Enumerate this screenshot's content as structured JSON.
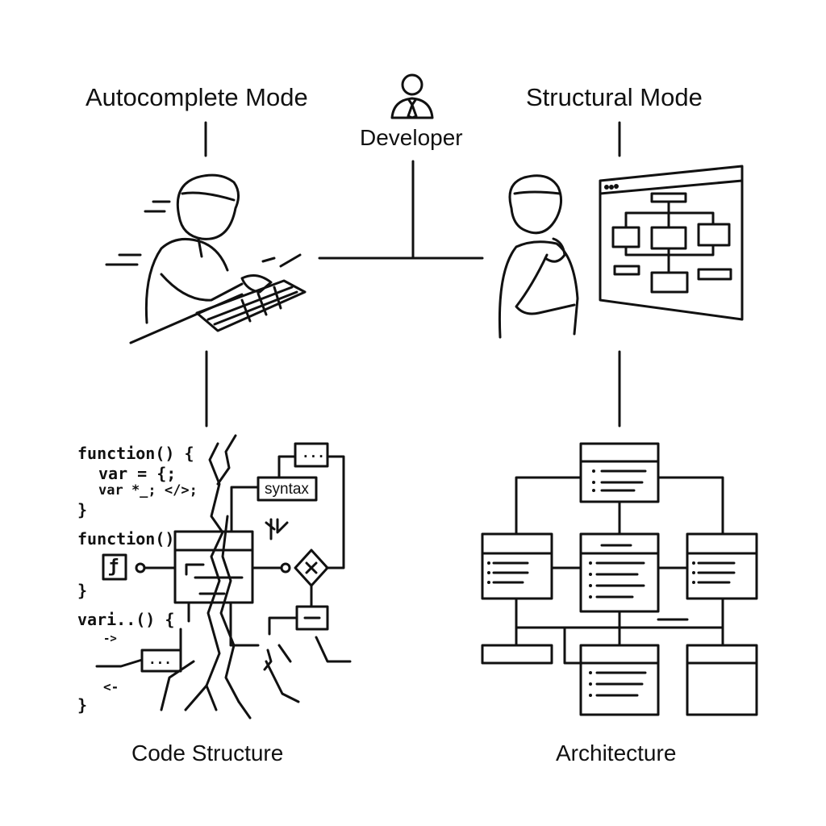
{
  "labels": {
    "autocomplete_mode": "Autocomplete Mode",
    "structural_mode": "Structural Mode",
    "developer": "Developer",
    "code_structure": "Code Structure",
    "architecture": "Architecture"
  },
  "code_fragments": {
    "line1": "function() {",
    "line2": "var = {;",
    "line3": "var *_; </>;",
    "line4": "}",
    "line5": "function()",
    "line6": "}",
    "line7": "vari..() {",
    "line8": "}",
    "syntax_box": "syntax",
    "ellipsis_box": "...",
    "ellipsis_box_2": "...",
    "function_glyph": "ƒ",
    "arrow_1": "->",
    "arrow_2": "<-"
  },
  "icons": {
    "developer": "person-with-tie-icon",
    "typing_person": "typing-developer-illustration",
    "thinking_person": "thinking-developer-illustration",
    "screen": "architecture-screen-icon"
  }
}
